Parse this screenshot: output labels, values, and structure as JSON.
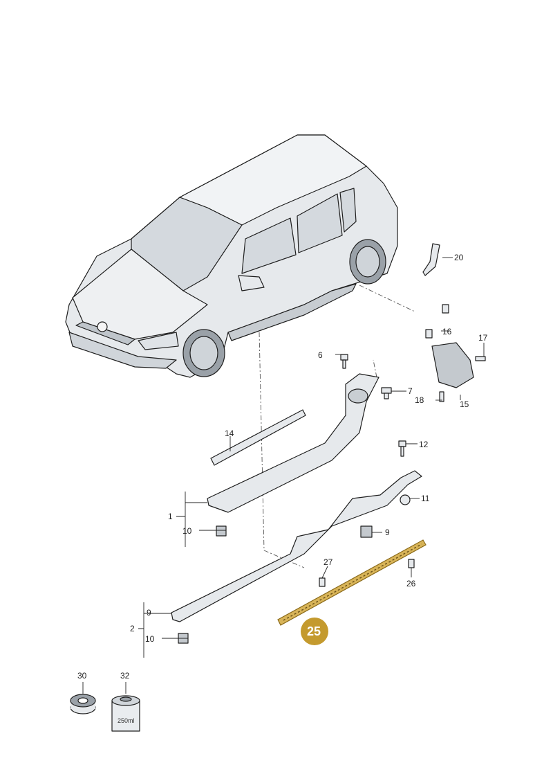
{
  "callouts": {
    "c1": "1",
    "c2": "2",
    "c6": "6",
    "c7": "7",
    "c9a": "9",
    "c9b": "9",
    "c10a": "10",
    "c10b": "10",
    "c11": "11",
    "c12": "12",
    "c14": "14",
    "c15": "15",
    "c16": "16",
    "c17": "17",
    "c18": "18",
    "c20": "20",
    "c25": "25",
    "c26": "26",
    "c27": "27",
    "c30": "30",
    "c32": "32"
  },
  "can_label": "250ml",
  "highlight_color": "#c49a2e"
}
